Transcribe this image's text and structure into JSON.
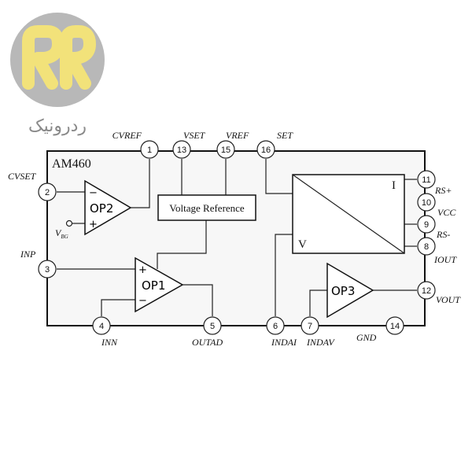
{
  "logo": {
    "brand_text": "ردرونیک",
    "circle_color": "#b8b8b8",
    "mark_color": "#f2e27a"
  },
  "chip": {
    "name": "AM460"
  },
  "blocks": {
    "op2": "OP2",
    "op1": "OP1",
    "op3": "OP3",
    "vref_block": "Voltage Reference",
    "converter_i": "I",
    "converter_v": "V",
    "vbg_main": "V",
    "vbg_sub": "BG",
    "plus": "+",
    "minus": "−"
  },
  "pins": [
    {
      "num": "1",
      "label": "CVREF"
    },
    {
      "num": "13",
      "label": "VSET"
    },
    {
      "num": "15",
      "label": "VREF"
    },
    {
      "num": "16",
      "label": "SET"
    },
    {
      "num": "2",
      "label": "CVSET"
    },
    {
      "num": "3",
      "label": "INP"
    },
    {
      "num": "4",
      "label": "INN"
    },
    {
      "num": "5",
      "label": "OUTAD"
    },
    {
      "num": "6",
      "label": "INDAI"
    },
    {
      "num": "7",
      "label": "INDAV"
    },
    {
      "num": "14",
      "label": "GND"
    },
    {
      "num": "11",
      "label": "RS+"
    },
    {
      "num": "10",
      "label": "VCC"
    },
    {
      "num": "9",
      "label": "RS-"
    },
    {
      "num": "8",
      "label": "IOUT"
    },
    {
      "num": "12",
      "label": "VOUT"
    }
  ]
}
